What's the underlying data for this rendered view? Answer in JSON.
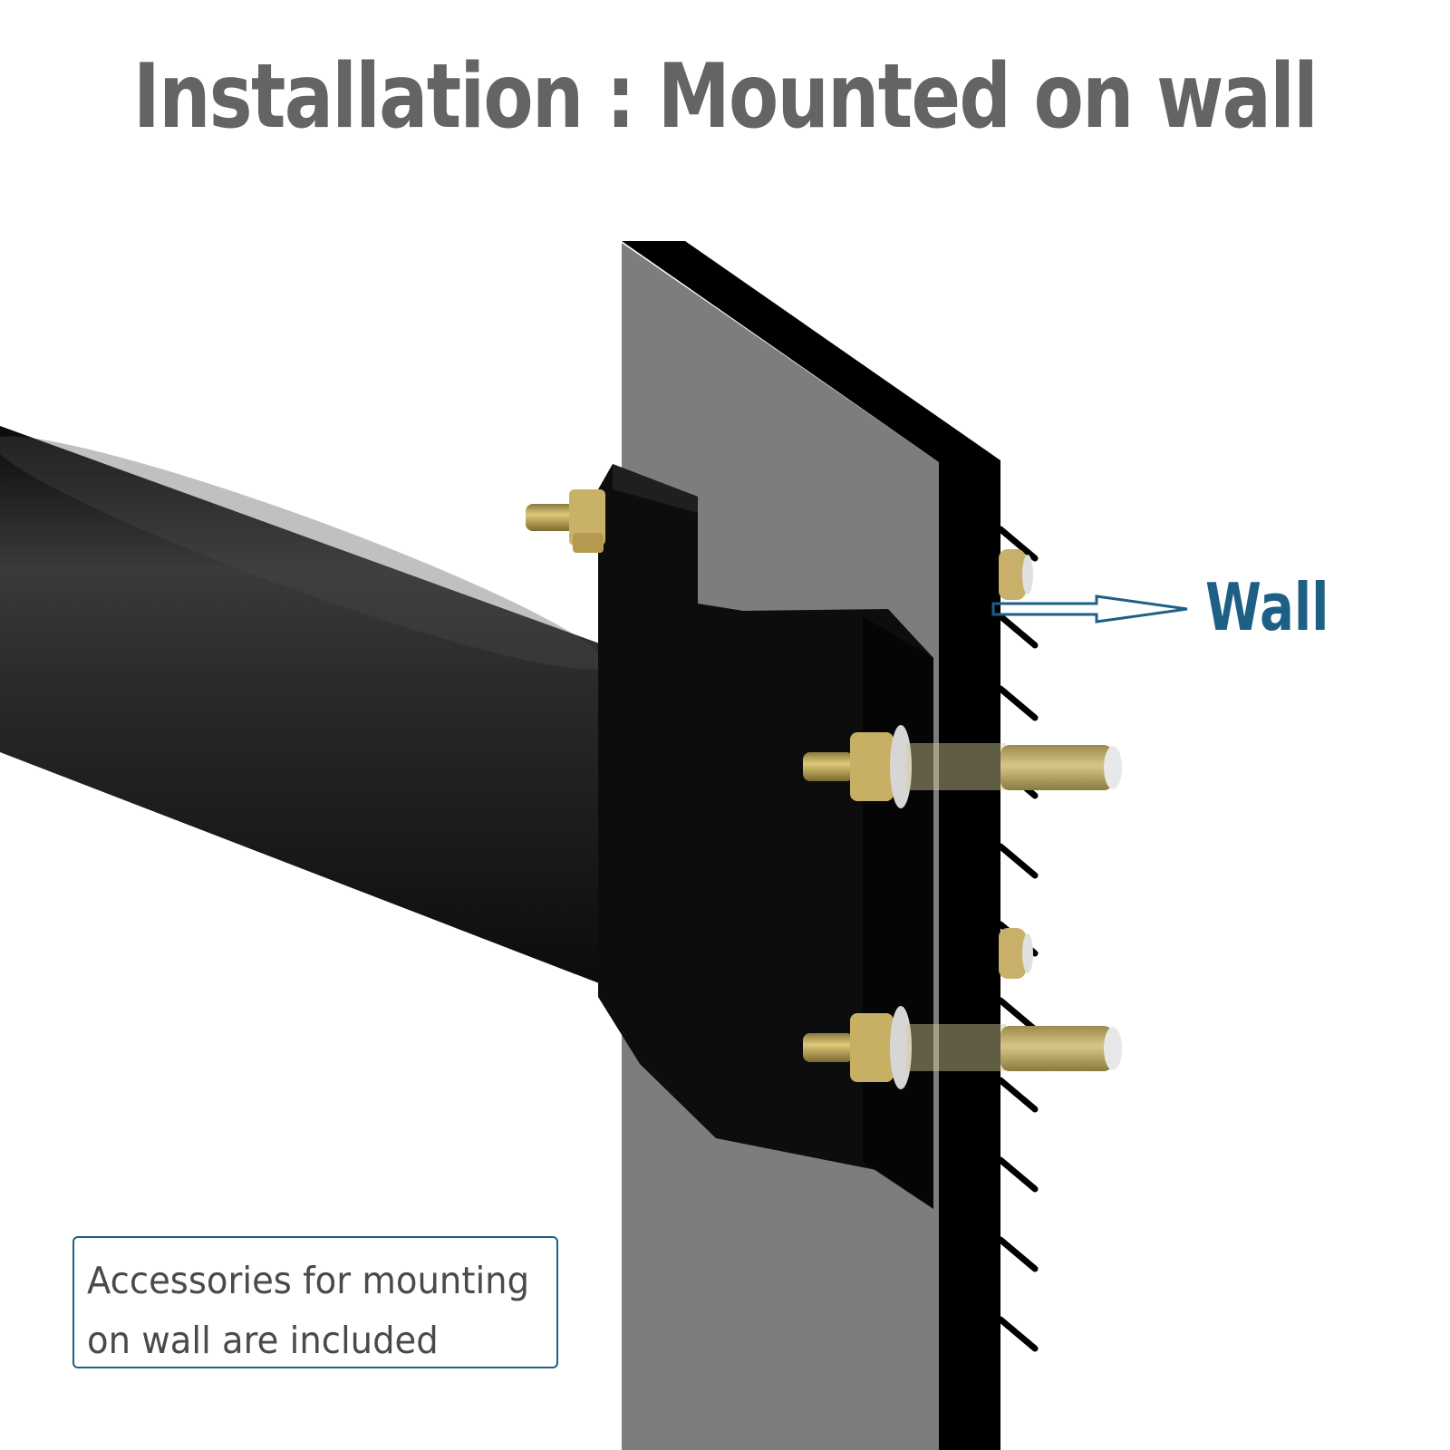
{
  "title": "Installation : Mounted on wall",
  "wall_label": "Wall",
  "note": {
    "line1": "Accessories for mounting",
    "line2": "on wall are included"
  },
  "colors": {
    "title": "#646464",
    "accent": "#1e5f86",
    "wall_face": "#7d7d7d",
    "wall_edge": "#000000",
    "pipe": "#1b1b1b",
    "bolt": "#c8a84a",
    "note_text": "#4a4a4a"
  }
}
